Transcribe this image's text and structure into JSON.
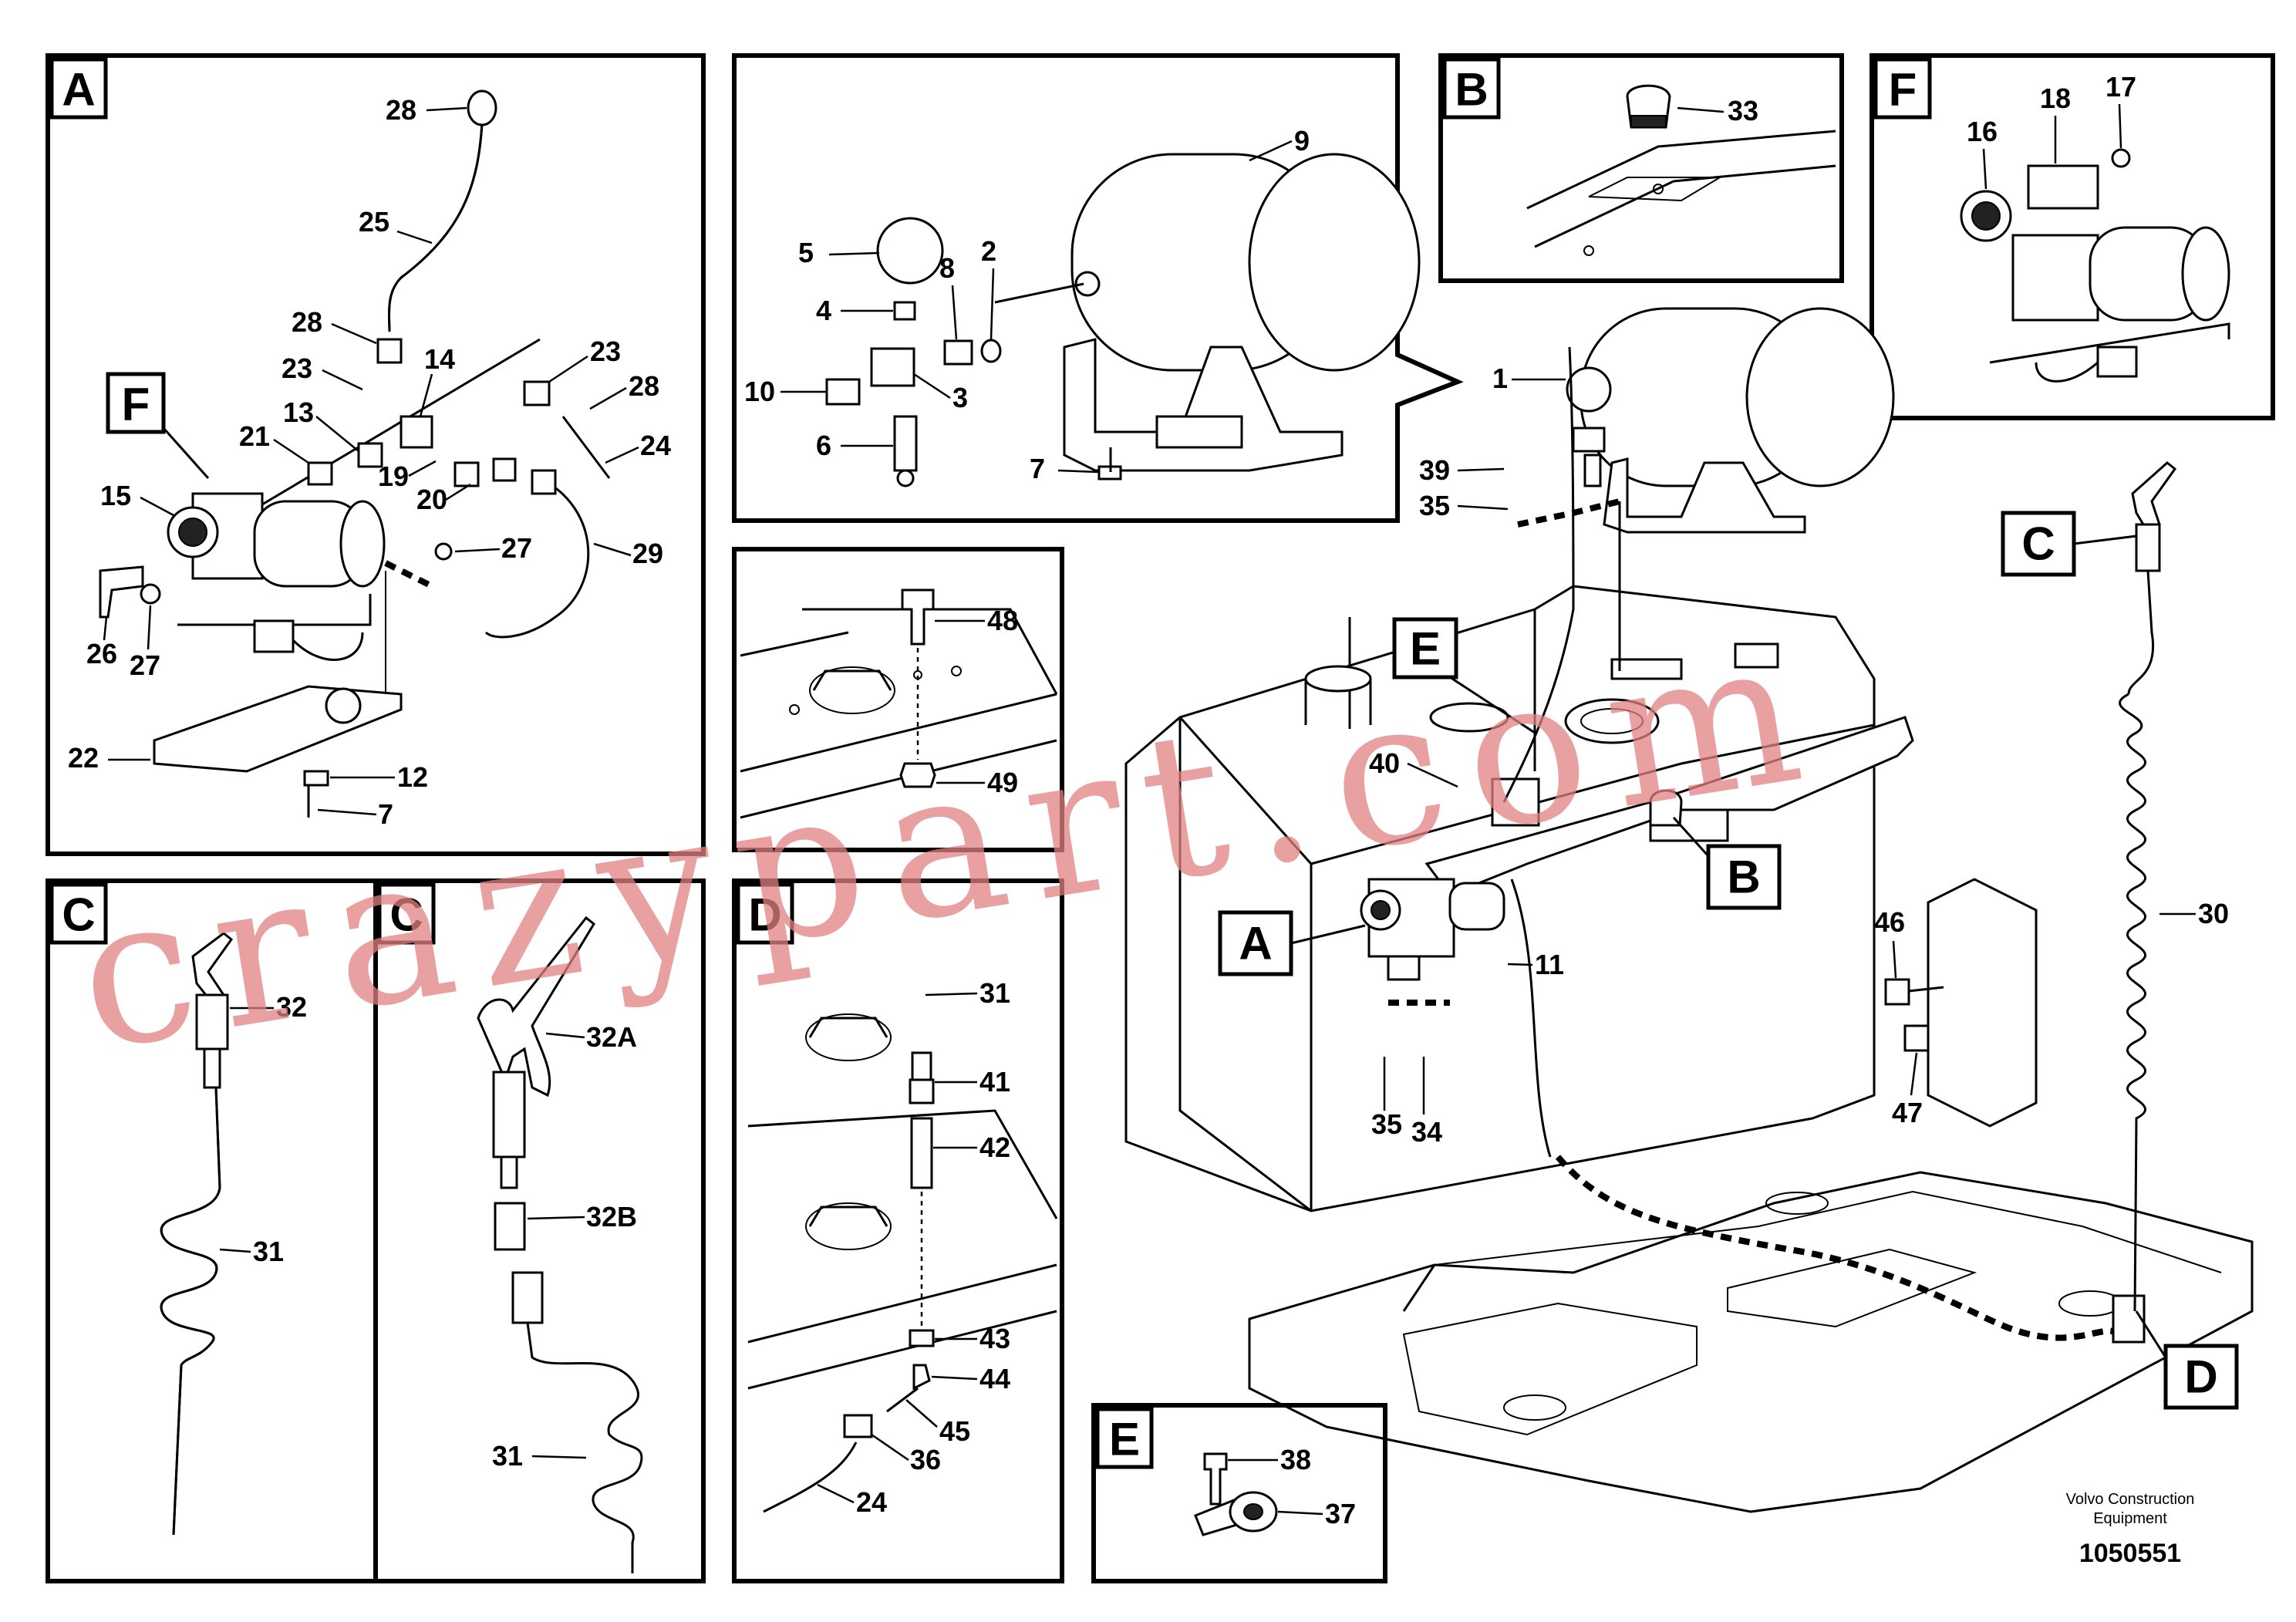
{
  "panels": {
    "A": {
      "letter": "A",
      "subletter": "F",
      "labels": [
        "28",
        "25",
        "28",
        "23",
        "14",
        "23",
        "28",
        "24",
        "21",
        "13",
        "19",
        "20",
        "29",
        "15",
        "27",
        "26",
        "27",
        "22",
        "12",
        "7"
      ]
    },
    "tank": {
      "labels": [
        "9",
        "5",
        "8",
        "2",
        "4",
        "10",
        "3",
        "6",
        "7"
      ]
    },
    "B": {
      "letter": "B",
      "labels": [
        "33"
      ]
    },
    "F": {
      "letter": "F",
      "labels": [
        "16",
        "18",
        "17"
      ]
    },
    "floor48": {
      "labels": [
        "48",
        "49"
      ]
    },
    "C1": {
      "letter": "C",
      "labels": [
        "32",
        "31"
      ]
    },
    "C2": {
      "letter": "C",
      "labels": [
        "32A",
        "32B",
        "31"
      ]
    },
    "D": {
      "letter": "D",
      "labels": [
        "31",
        "41",
        "42",
        "43",
        "44",
        "45",
        "36",
        "24"
      ]
    },
    "E": {
      "letter": "E",
      "labels": [
        "38",
        "37"
      ]
    },
    "main": {
      "letters": [
        "C",
        "E",
        "B",
        "A",
        "D"
      ],
      "labels": [
        "1",
        "39",
        "35",
        "40",
        "11",
        "35",
        "34",
        "46",
        "47",
        "30"
      ]
    }
  },
  "footer": {
    "company": "Volvo Construction",
    "company2": "Equipment",
    "number": "1050551"
  },
  "watermark": "crazypart.com"
}
